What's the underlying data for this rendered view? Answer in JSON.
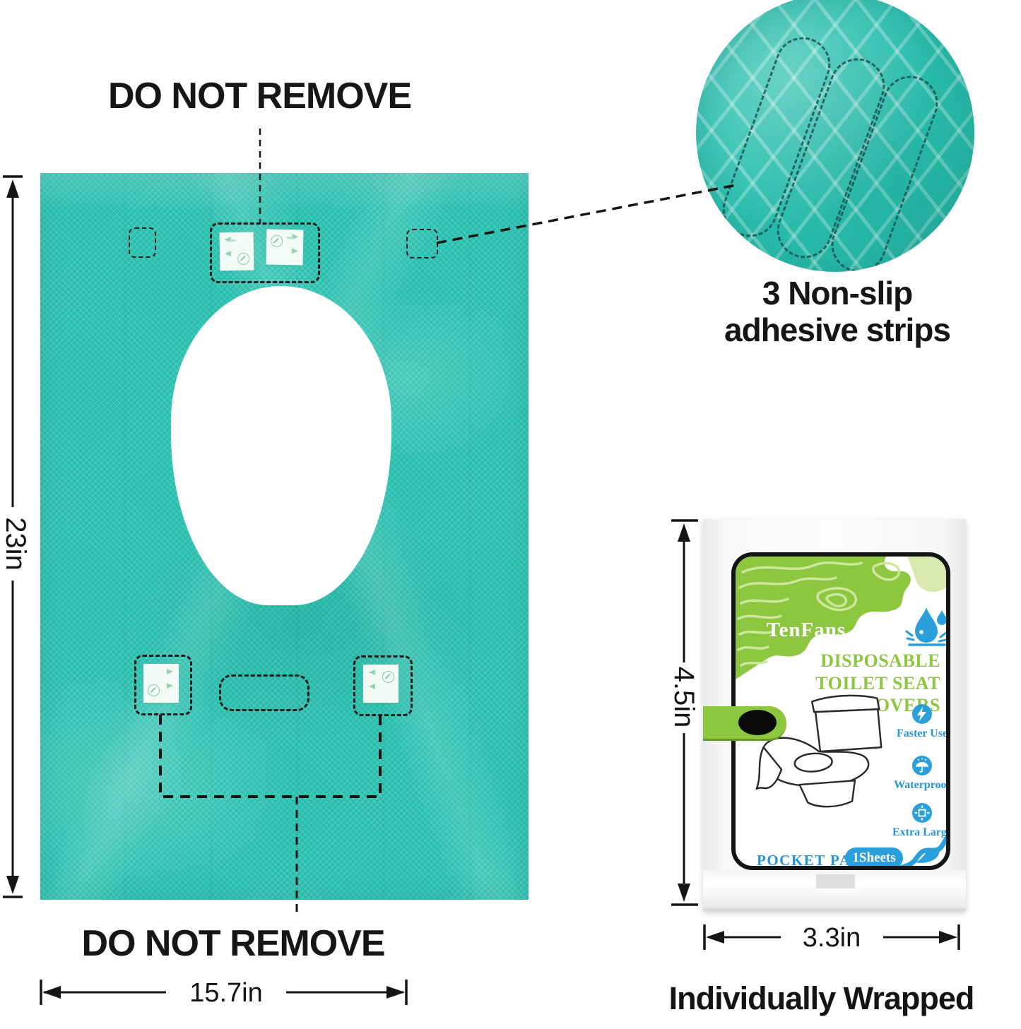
{
  "labels": {
    "top_warning": "DO NOT REMOVE",
    "bottom_warning": "DO NOT REMOVE",
    "wrapped": "Individually Wrapped"
  },
  "callout": {
    "line1": "3 Non-slip",
    "line2": "adhesive strips"
  },
  "measurements": {
    "sheet_height": "23in",
    "sheet_width": "15.7in",
    "pack_height": "4.5in",
    "pack_width": "3.3in"
  },
  "package": {
    "brand": "TenFans",
    "title_line1": "DISPOSABLE",
    "title_line2": "TOILET SEAT COVERS",
    "waterproof_icon": "water-drop-splash-icon",
    "features": [
      {
        "icon": "lightning-icon",
        "label": "Faster Use"
      },
      {
        "icon": "umbrella-rain-icon",
        "label": "Waterproof"
      },
      {
        "icon": "expand-icon",
        "label": "Extra Large"
      }
    ],
    "pack_type": "POCKET PACK",
    "sheet_count": "1Sheets"
  },
  "colors": {
    "sheet_teal": "#29bfae",
    "brand_green": "#8dc63f",
    "accent_blue": "#2b9fdb",
    "text_black": "#141414"
  }
}
